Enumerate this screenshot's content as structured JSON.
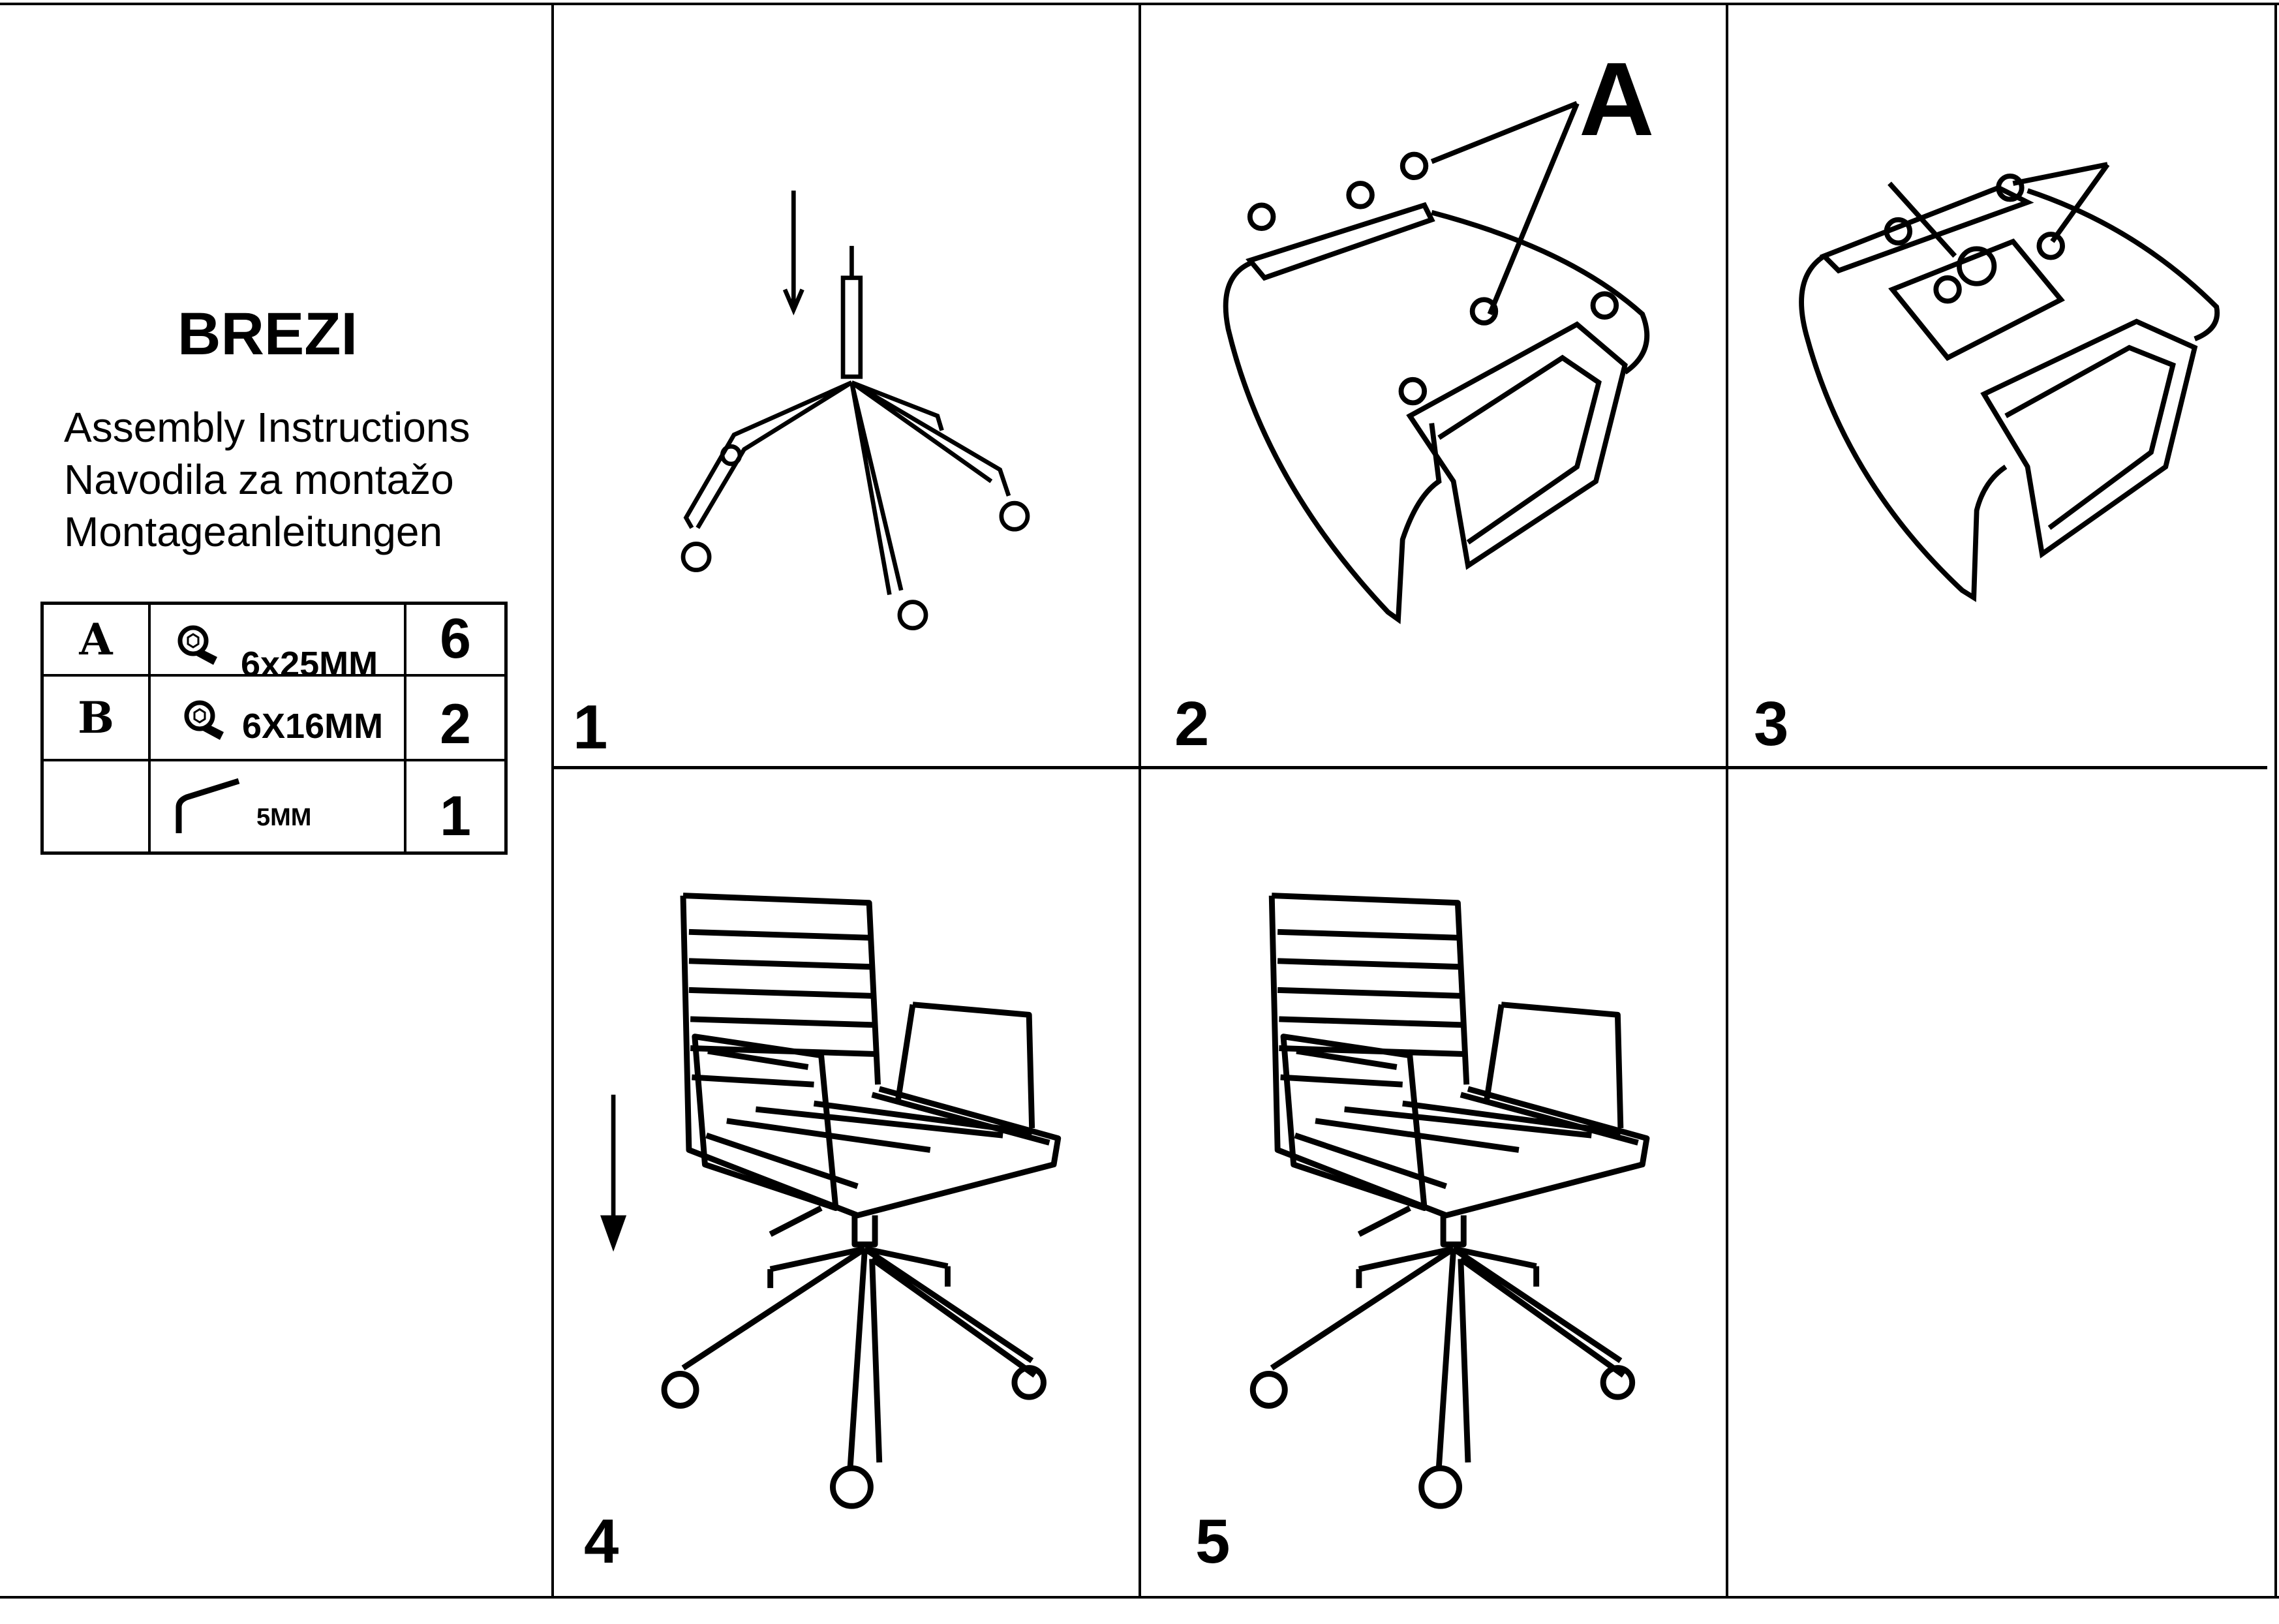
{
  "product": {
    "name": "BREZI",
    "subtitles": [
      "Assembly Instructions",
      "Navodila za montažo",
      "Montageanleitungen"
    ]
  },
  "parts": [
    {
      "code": "A",
      "icon": "bolt-icon",
      "size": "6x25MM",
      "qty": "6"
    },
    {
      "code": "B",
      "icon": "bolt-icon",
      "size": "6X16MM",
      "qty": "2"
    },
    {
      "code": "",
      "icon": "allen-key-icon",
      "size": "5MM",
      "qty": "1"
    }
  ],
  "steps": [
    {
      "number": "1"
    },
    {
      "number": "2",
      "callout": "A"
    },
    {
      "number": "3"
    },
    {
      "number": "4"
    },
    {
      "number": "5"
    }
  ]
}
